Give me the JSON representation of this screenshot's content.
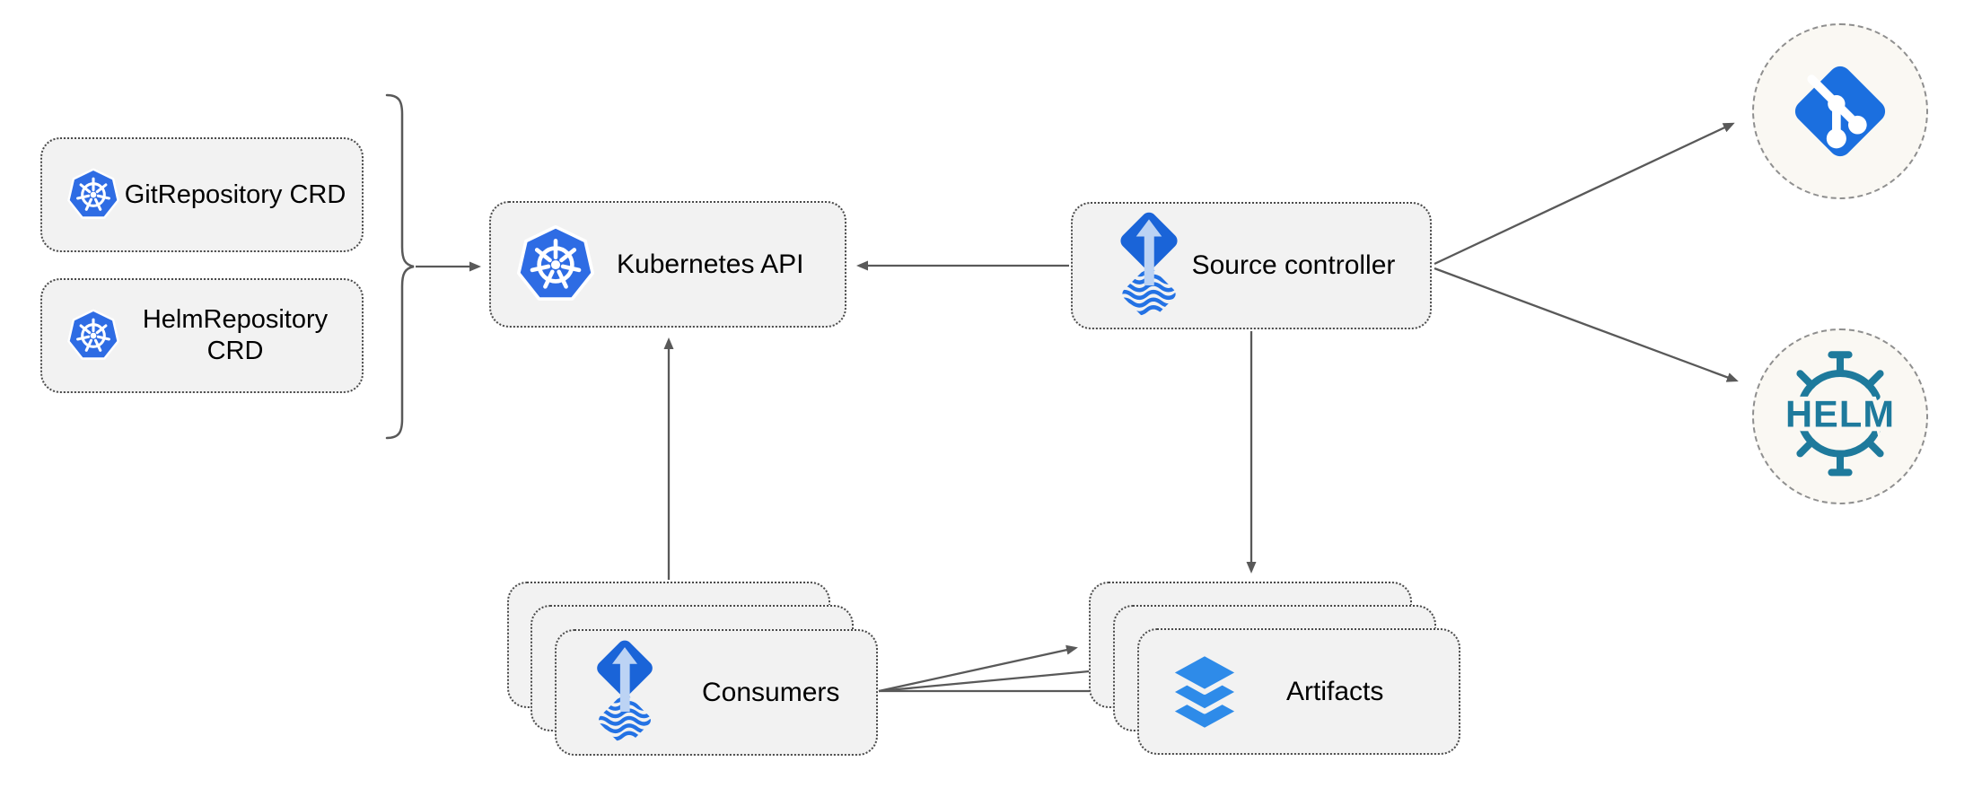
{
  "nodes": {
    "git_repository_crd": {
      "label": "GitRepository CRD"
    },
    "helm_repository_crd": {
      "label": "HelmRepository CRD"
    },
    "kubernetes_api": {
      "label": "Kubernetes API"
    },
    "source_controller": {
      "label": "Source controller"
    },
    "consumers": {
      "label": "Consumers",
      "stack_count": 3
    },
    "artifacts": {
      "label": "Artifacts",
      "stack_count": 3
    },
    "git_endpoint": {
      "icon": "git-icon"
    },
    "helm_endpoint": {
      "icon": "helm-icon",
      "logo_text": "HELM"
    }
  },
  "edges": [
    {
      "from": "git_repository_crd,helm_repository_crd",
      "to": "kubernetes_api",
      "style": "brace-then-arrow"
    },
    {
      "from": "source_controller",
      "to": "kubernetes_api"
    },
    {
      "from": "consumers",
      "to": "kubernetes_api"
    },
    {
      "from": "source_controller",
      "to": "artifacts"
    },
    {
      "from": "source_controller",
      "to": "git_endpoint"
    },
    {
      "from": "source_controller",
      "to": "helm_endpoint"
    },
    {
      "from": "consumers",
      "to": "artifacts",
      "arrow_count": 3
    }
  ],
  "colors": {
    "kubernetes_blue": "#2E6CE4",
    "flux_blue": "#1A64D8",
    "flux_arrow_light": "#BCD3F4",
    "wave_blue": "#2472E4",
    "git_blue": "#1B6FDF",
    "layers_blue": "#2E8BE9",
    "helm_teal": "#1E7A9C",
    "node_fill": "#F2F2F2",
    "node_border": "#4A4A4A",
    "endpoint_fill": "#FAF8F3",
    "endpoint_border": "#8F8F8F",
    "connector_gray": "#595959",
    "label_text": "#000000"
  }
}
